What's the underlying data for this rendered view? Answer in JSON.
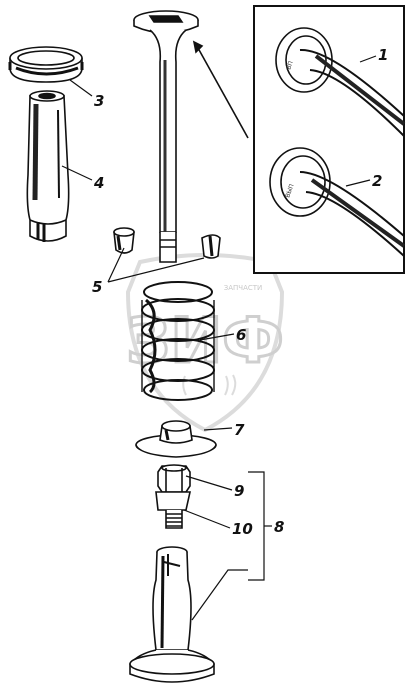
{
  "callouts": [
    {
      "id": "1",
      "text": "1"
    },
    {
      "id": "2",
      "text": "2"
    },
    {
      "id": "3",
      "text": "3"
    },
    {
      "id": "4",
      "text": "4"
    },
    {
      "id": "5",
      "text": "5"
    },
    {
      "id": "6",
      "text": "6"
    },
    {
      "id": "7",
      "text": "7"
    },
    {
      "id": "8",
      "text": "8"
    },
    {
      "id": "9",
      "text": "9"
    },
    {
      "id": "10",
      "text": "10"
    }
  ],
  "valve_stamps": {
    "inlet": "ВП",
    "exhaust": "ВЫП"
  },
  "watermark": {
    "logo_text": "ЗИФ",
    "brand": "ЗАПЧАСТИ"
  },
  "colors": {
    "ink": "#111111",
    "watermark": "#cfcfcf"
  }
}
